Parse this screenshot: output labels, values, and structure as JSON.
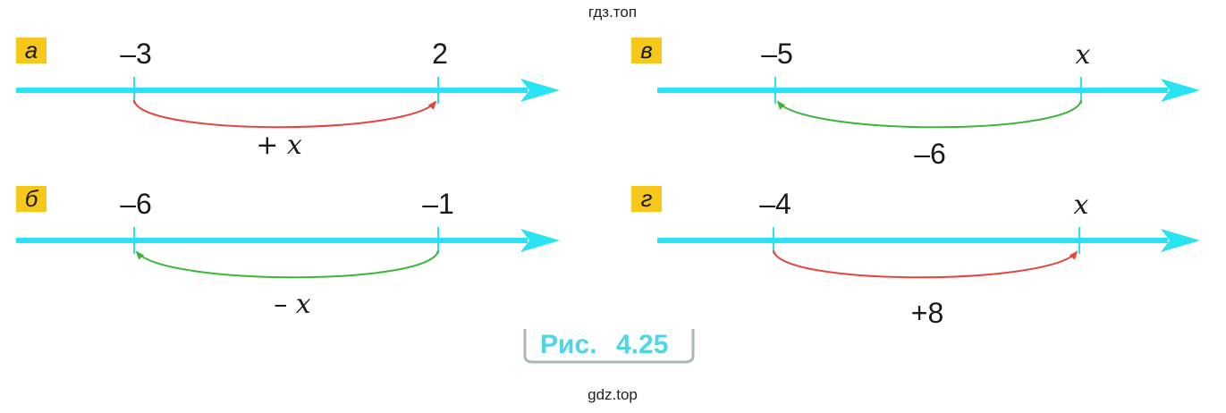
{
  "watermark_top": "гдз.топ",
  "watermark_bottom": "gdz.top",
  "caption": {
    "prefix": "Рис.",
    "number": "4.25"
  },
  "colors": {
    "axis": "#28e3f2",
    "plus_arc": "#e6453f",
    "minus_arc": "#3cb63a",
    "badge": "#f6c81c",
    "caption_text": "#4fd6e6"
  },
  "panels": [
    {
      "id": "a",
      "badge": "а",
      "left_label": "–3",
      "right_label": "2",
      "arc_label": "+ x",
      "arc_direction": "right",
      "arc_color": "plus"
    },
    {
      "id": "b",
      "badge": "б",
      "left_label": "–6",
      "right_label": "–1",
      "arc_label": "– x",
      "arc_direction": "left",
      "arc_color": "minus"
    },
    {
      "id": "v",
      "badge": "в",
      "left_label": "–5",
      "right_label": "x",
      "arc_label": "–6",
      "arc_direction": "left",
      "arc_color": "minus"
    },
    {
      "id": "g",
      "badge": "г",
      "left_label": "–4",
      "right_label": "x",
      "arc_label": "+8",
      "arc_direction": "right",
      "arc_color": "plus"
    }
  ]
}
